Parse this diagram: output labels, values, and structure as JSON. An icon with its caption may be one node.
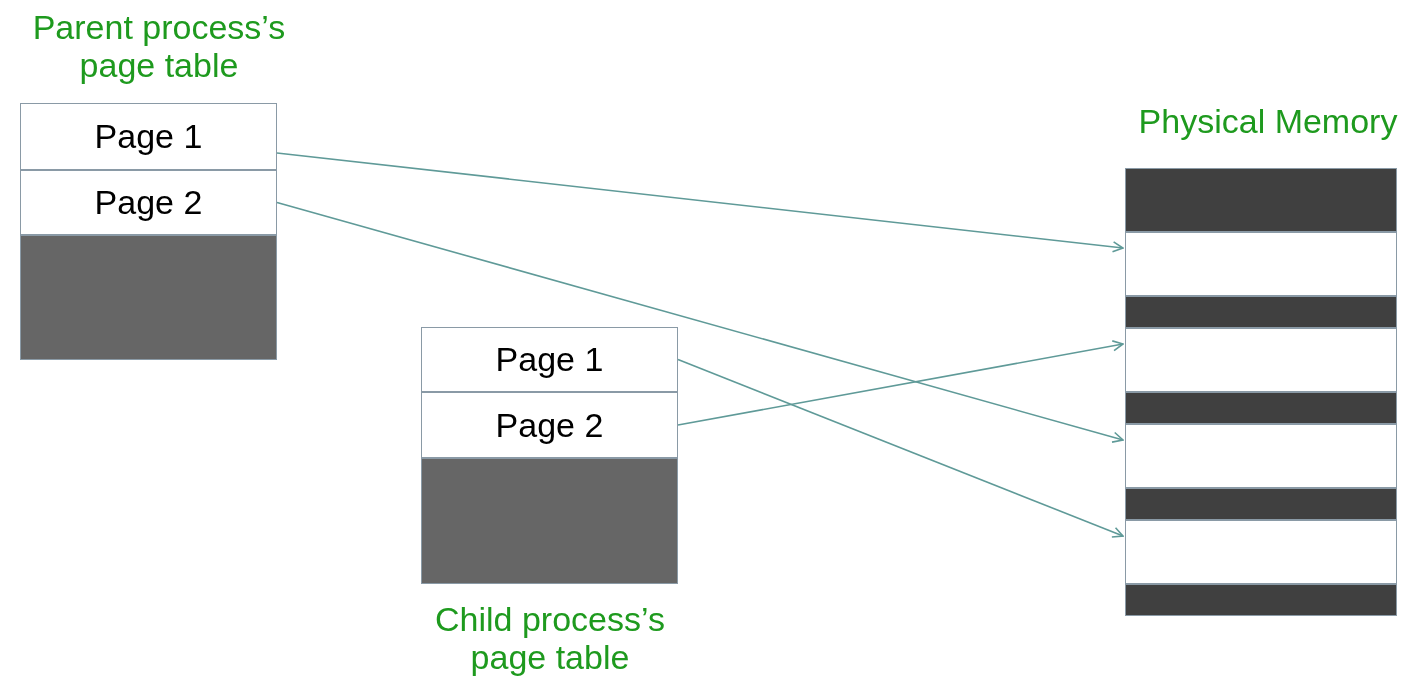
{
  "diagram": {
    "nodes": [
      {
        "text": [
          "Parent process’s page table"
        ]
      },
      {
        "text": [
          "Page 1"
        ],
        "in": 0
      },
      {
        "text": [
          "Page 2"
        ],
        "in": 0
      },
      {
        "text": [],
        "shape": "box",
        "in": 0
      },
      {
        "text": [
          "Child process’s page table"
        ]
      },
      {
        "text": [
          "Page 1"
        ],
        "in": 4
      },
      {
        "text": [
          "Page 2"
        ],
        "in": 4
      },
      {
        "text": [],
        "shape": "box",
        "in": 4
      },
      {
        "text": [
          "Physical Memory"
        ]
      },
      {
        "text": [],
        "shape": "box",
        "in": 8
      },
      {
        "text": [],
        "shape": "box",
        "in": 8
      },
      {
        "text": [],
        "shape": "box",
        "in": 8
      },
      {
        "text": [],
        "shape": "box",
        "in": 8
      },
      {
        "text": [],
        "shape": "box",
        "in": 8
      },
      {
        "text": [],
        "shape": "box",
        "in": 8
      },
      {
        "text": [],
        "shape": "box",
        "in": 8
      },
      {
        "text": [],
        "shape": "box",
        "in": 8
      },
      {
        "text": [],
        "shape": "box",
        "in": 8
      }
    ],
    "edges": [
      {
        "from": 1,
        "to": 10,
        "arrow": "to"
      },
      {
        "from": 2,
        "to": 14,
        "arrow": "to"
      },
      {
        "from": 5,
        "to": 16,
        "arrow": "to"
      },
      {
        "from": 6,
        "to": 12,
        "arrow": "to"
      }
    ]
  }
}
